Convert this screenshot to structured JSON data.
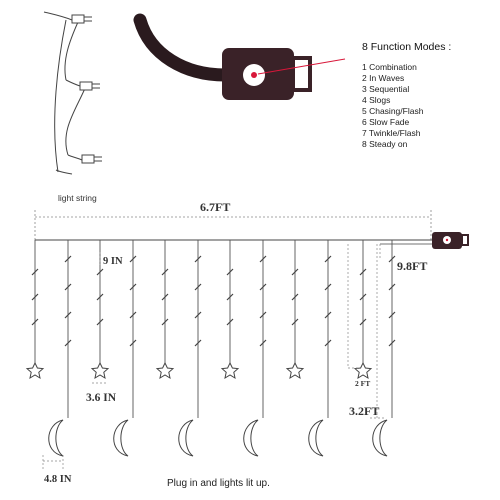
{
  "function_modes": {
    "title": "8 Function Modes :",
    "items": [
      "1 Combination",
      "2 In Waves",
      "3 Sequential",
      "4 Slogs",
      "5 Chasing/Flash",
      "6 Slow Fade",
      "7 Twinkle/Flash",
      "8 Steady on"
    ]
  },
  "labels": {
    "light_string": "light string",
    "width": "6.7FT",
    "strand_gap": "9 IN",
    "lead_wire": "9.8FT",
    "star_gap": "3.6 IN",
    "short_drop": "2 FT",
    "long_drop": "3.2FT",
    "moon_width": "4.8 IN",
    "caption": "Plug in and lights lit up."
  },
  "colors": {
    "line": "#444444",
    "controller": "#3a2228",
    "button_dot": "#d8173a",
    "dashed": "#888888"
  }
}
